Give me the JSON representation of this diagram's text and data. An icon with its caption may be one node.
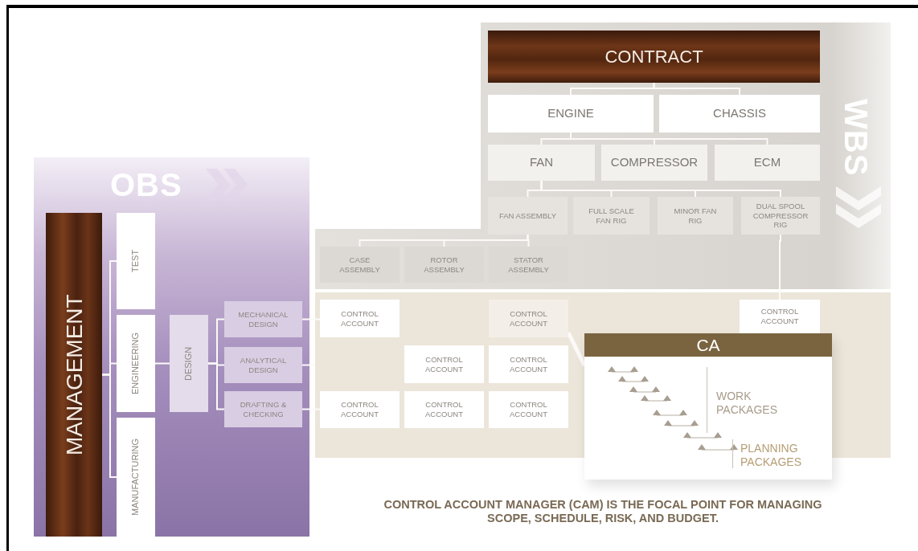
{
  "diagram": {
    "caption": "CONTROL ACCOUNT MANAGER (CAM) IS THE FOCAL POINT FOR MANAGING SCOPE, SCHEDULE, RISK, AND BUDGET.",
    "nodes": [
      {
        "text": [
          "OBS"
        ]
      },
      {
        "text": [
          "MANAGEMENT"
        ],
        "in": 0
      },
      {
        "text": [
          "TEST"
        ],
        "in": 0
      },
      {
        "text": [
          "ENGINEERING"
        ],
        "in": 0
      },
      {
        "text": [
          "MANUFACTURING"
        ],
        "in": 0
      },
      {
        "text": [
          "DESIGN"
        ],
        "in": 0
      },
      {
        "text": [
          "MECHANICAL DESIGN"
        ],
        "in": 0
      },
      {
        "text": [
          "ANALYTICAL DESIGN"
        ],
        "in": 0
      },
      {
        "text": [
          "DRAFTING & CHECKING"
        ],
        "in": 0
      },
      {
        "text": [
          "WBS"
        ]
      },
      {
        "text": [
          "CONTRACT"
        ],
        "in": 9
      },
      {
        "text": [
          "ENGINE"
        ],
        "in": 9
      },
      {
        "text": [
          "CHASSIS"
        ],
        "in": 9
      },
      {
        "text": [
          "FAN"
        ],
        "in": 9
      },
      {
        "text": [
          "COMPRESSOR"
        ],
        "in": 9
      },
      {
        "text": [
          "ECM"
        ],
        "in": 9
      },
      {
        "text": [
          "FAN ASSEMBLY"
        ],
        "in": 9
      },
      {
        "text": [
          "FULL SCALE FAN RIG"
        ],
        "in": 9
      },
      {
        "text": [
          "MINOR FAN RIG"
        ],
        "in": 9
      },
      {
        "text": [
          "DUAL SPOOL COMPRESSOR RIG"
        ],
        "in": 9
      },
      {
        "text": [
          "CASE ASSEMBLY"
        ],
        "in": 9
      },
      {
        "text": [
          "ROTOR ASSEMBLY"
        ],
        "in": 9
      },
      {
        "text": [
          "STATOR ASSEMBLY"
        ],
        "in": 9
      },
      {
        "text": [
          "CONTROL ACCOUNT"
        ]
      },
      {
        "text": [
          "CONTROL ACCOUNT"
        ]
      },
      {
        "text": [
          "CONTROL ACCOUNT"
        ]
      },
      {
        "text": [
          "CONTROL ACCOUNT"
        ]
      },
      {
        "text": [
          "CONTROL ACCOUNT"
        ]
      },
      {
        "text": [
          "CONTROL ACCOUNT"
        ]
      },
      {
        "text": [
          "CONTROL ACCOUNT"
        ]
      },
      {
        "text": [
          "CONTROL ACCOUNT"
        ]
      },
      {
        "text": [
          "CA",
          "WORK PACKAGES",
          "PLANNING PACKAGES"
        ]
      }
    ],
    "edges": [
      {
        "from": 1,
        "to": 2,
        "arrow": "none"
      },
      {
        "from": 1,
        "to": 3,
        "arrow": "none"
      },
      {
        "from": 1,
        "to": 4,
        "arrow": "none"
      },
      {
        "from": 3,
        "to": 5,
        "arrow": "none"
      },
      {
        "from": 5,
        "to": 6,
        "arrow": "none"
      },
      {
        "from": 5,
        "to": 7,
        "arrow": "none"
      },
      {
        "from": 5,
        "to": 8,
        "arrow": "none"
      },
      {
        "from": 6,
        "to": 23,
        "arrow": "none"
      },
      {
        "from": 7,
        "to": null,
        "arrow": "none"
      },
      {
        "from": 8,
        "to": 28,
        "arrow": "none"
      },
      {
        "from": 10,
        "to": 11,
        "arrow": "none"
      },
      {
        "from": 10,
        "to": 12,
        "arrow": "none"
      },
      {
        "from": 11,
        "to": 13,
        "arrow": "none"
      },
      {
        "from": 11,
        "to": 14,
        "arrow": "none"
      },
      {
        "from": 11,
        "to": 15,
        "arrow": "none"
      },
      {
        "from": 13,
        "to": 16,
        "arrow": "none"
      },
      {
        "from": 13,
        "to": 17,
        "arrow": "none"
      },
      {
        "from": 13,
        "to": 18,
        "arrow": "none"
      },
      {
        "from": 13,
        "to": 19,
        "arrow": "none"
      },
      {
        "from": 16,
        "to": 20,
        "arrow": "none"
      },
      {
        "from": 16,
        "to": 21,
        "arrow": "none"
      },
      {
        "from": 16,
        "to": 22,
        "arrow": "none"
      },
      {
        "from": 19,
        "to": 25,
        "arrow": "none"
      },
      {
        "from": 24,
        "to": 31,
        "arrow": "none",
        "style": "thick"
      }
    ]
  }
}
